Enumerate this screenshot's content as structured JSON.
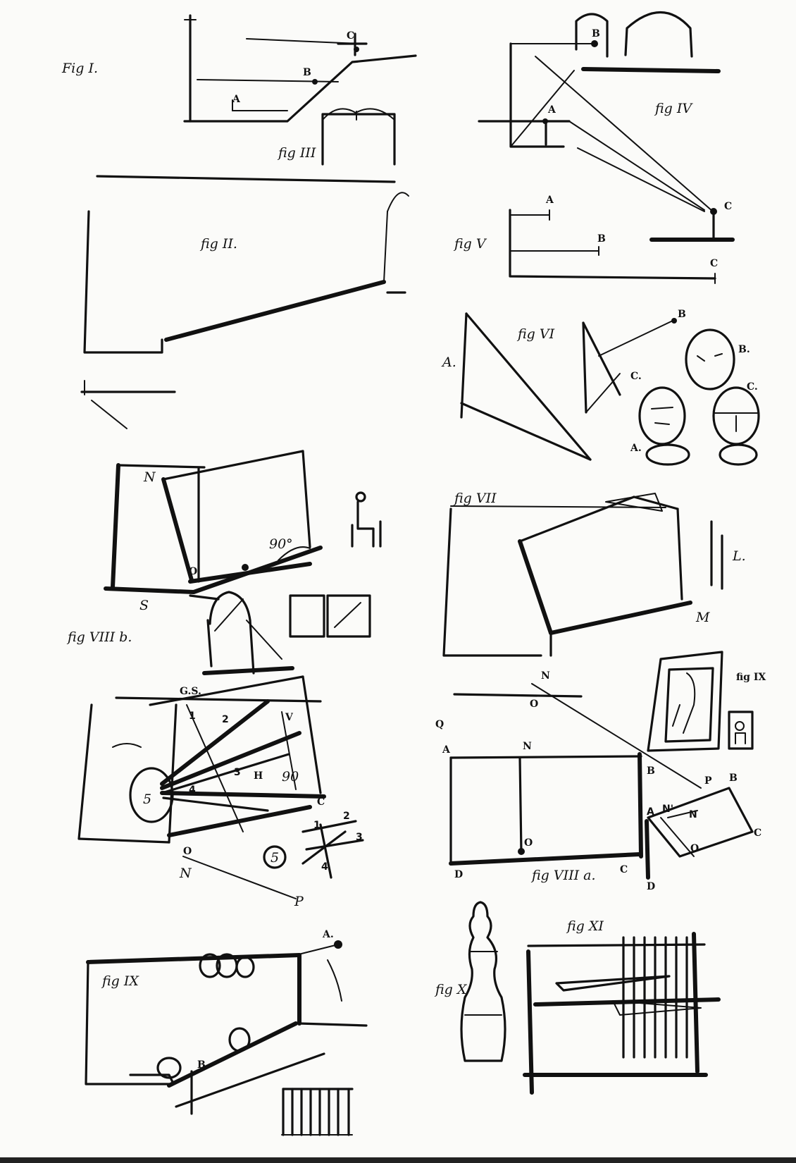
{
  "figures": {
    "fig1": "Fig I.",
    "fig2": "fig II.",
    "fig3": "fig III",
    "fig4": "fig IV",
    "fig5": "fig V",
    "fig6": "fig VI",
    "fig7": "fig VII",
    "fig8b": "fig VIII b.",
    "fig8a": "fig VIII a.",
    "fig9": "fig IX",
    "fig9small": "fig IX",
    "fig10": "fig X",
    "fig11": "fig XI"
  },
  "points": {
    "A": "A",
    "B": "B",
    "C": "C",
    "Adot": "A.",
    "Bdot": "B.",
    "Cdot": "C.",
    "N": "N",
    "O": "O",
    "S": "S",
    "L": "L.",
    "M": "M",
    "Q": "Q",
    "P": "P",
    "D": "D",
    "H": "H",
    "V": "V",
    "GS": "G.S.",
    "Nprime": "N'",
    "deg90": "90°",
    "n90": "90",
    "n1": "1",
    "n2": "2",
    "n3": "3",
    "n4": "4",
    "n5": "5"
  }
}
